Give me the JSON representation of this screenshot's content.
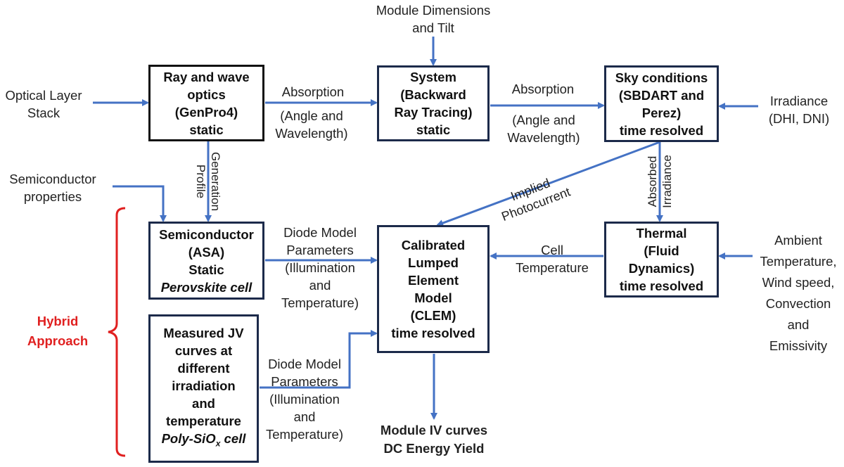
{
  "colors": {
    "arrow": "#4472c4",
    "box_border": "#1c2a4a",
    "bracket": "#e02020",
    "hybrid_text": "#e02020"
  },
  "boxes": {
    "optics": {
      "lines": [
        "Ray and wave",
        "optics",
        "(GenPro4)",
        "static"
      ]
    },
    "system": {
      "lines": [
        "System",
        "(Backward",
        "Ray Tracing)",
        "static"
      ]
    },
    "sky": {
      "lines": [
        "Sky conditions",
        "(SBDART and",
        "Perez)",
        "time resolved"
      ]
    },
    "semiconductor": {
      "lines": [
        "Semiconductor",
        "(ASA)",
        "Static",
        "Perovskite cell"
      ]
    },
    "clem": {
      "lines": [
        "Calibrated",
        "Lumped",
        "Element",
        "Model",
        "(CLEM)",
        "time resolved"
      ]
    },
    "thermal": {
      "lines": [
        "Thermal",
        "(Fluid",
        "Dynamics)",
        "time resolved"
      ]
    },
    "measured": {
      "lines": [
        "Measured JV",
        "curves at",
        "different",
        "irradiation",
        "and",
        "temperature"
      ],
      "cell_prefix": "Poly-SiO",
      "cell_sub": "x",
      "cell_suffix": " cell"
    }
  },
  "inputs": {
    "module_dimensions": [
      "Module Dimensions",
      "and Tilt"
    ],
    "optical_stack": [
      "Optical Layer",
      "Stack"
    ],
    "irradiance": [
      "Irradiance",
      "(DHI, DNI)"
    ],
    "semiconductor_properties": [
      "Semiconductor",
      "properties"
    ],
    "ambient": [
      "Ambient",
      "Temperature,",
      "Wind speed,",
      "Convection",
      "and",
      "Emissivity"
    ]
  },
  "edge_labels": {
    "absorption_1": {
      "top": "Absorption",
      "bottom": [
        "(Angle and",
        "Wavelength)"
      ]
    },
    "absorption_2": {
      "top": "Absorption",
      "bottom": [
        "(Angle and",
        "Wavelength)"
      ]
    },
    "generation_profile": [
      "Generation",
      "Profile"
    ],
    "absorbed_irradiance": [
      "Absorbed",
      "Irradiance"
    ],
    "implied_photocurrent": [
      "Implied",
      "Photocurrent"
    ],
    "cell_temperature": [
      "Cell",
      "Temperature"
    ],
    "diode_1": [
      "Diode Model",
      "Parameters",
      "(Illumination",
      "and",
      "Temperature)"
    ],
    "diode_2": [
      "Diode Model",
      "Parameters",
      "(Illumination",
      "and",
      "Temperature)"
    ]
  },
  "output": [
    "Module IV curves",
    "DC Energy Yield"
  ],
  "hybrid": [
    "Hybrid",
    "Approach"
  ]
}
